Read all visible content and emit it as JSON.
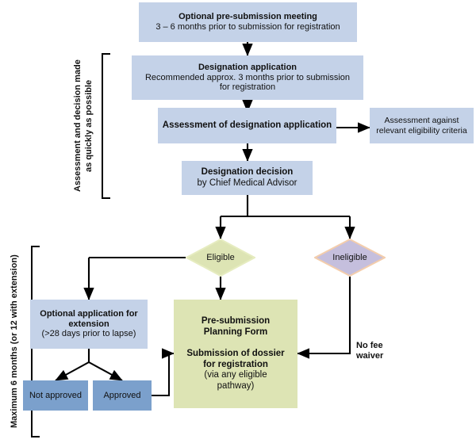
{
  "diagram": {
    "title": "Designation and pre-submission flowchart",
    "colors": {
      "box_blue": "#c4d2e8",
      "box_blue_dark": "#7ba0cc",
      "box_green": "#dde4b4",
      "diamond_eligible_fill": "#dde4b4",
      "diamond_eligible_stroke": "#d7dfa8",
      "diamond_ineligible_fill": "#c5bfdd",
      "diamond_ineligible_stroke": "#f2c9a8",
      "edge": "#000000",
      "text": "#111111"
    },
    "nodes": {
      "pre_submission_meeting": {
        "title": "Optional pre-submission meeting",
        "subtitle": "3 – 6 months prior to submission for registration"
      },
      "designation_application": {
        "title": "Designation application",
        "subtitle": "Recommended approx. 3 months prior to submission for registration"
      },
      "assessment_of_application": {
        "title": "Assessment of designation application"
      },
      "assessment_criteria": {
        "line1": "Assessment against",
        "line2": "relevant eligibility criteria"
      },
      "designation_decision": {
        "title": "Designation decision",
        "subtitle": "by Chief Medical Advisor"
      },
      "eligible": {
        "label": "Eligible"
      },
      "ineligible": {
        "label": "Ineligible"
      },
      "optional_extension": {
        "title_line1": "Optional application for",
        "title_line2": "extension",
        "subtitle": "(>28 days prior to lapse)"
      },
      "not_approved": {
        "label": "Not approved"
      },
      "approved": {
        "label": "Approved"
      },
      "submission": {
        "heading_line1": "Pre-submission",
        "heading_line2": "Planning Form",
        "title_line1": "Submission of dossier",
        "title_line2": "for registration",
        "subtitle_line1": "(via any eligible",
        "subtitle_line2": "pathway)"
      }
    },
    "labels": {
      "no_fee_waiver": "No fee\nwaiver",
      "bracket_top": "Assessment and decision made\nas quickly as possible",
      "bracket_bottom": "Maximum 6 months (or 12 with extension)"
    }
  }
}
